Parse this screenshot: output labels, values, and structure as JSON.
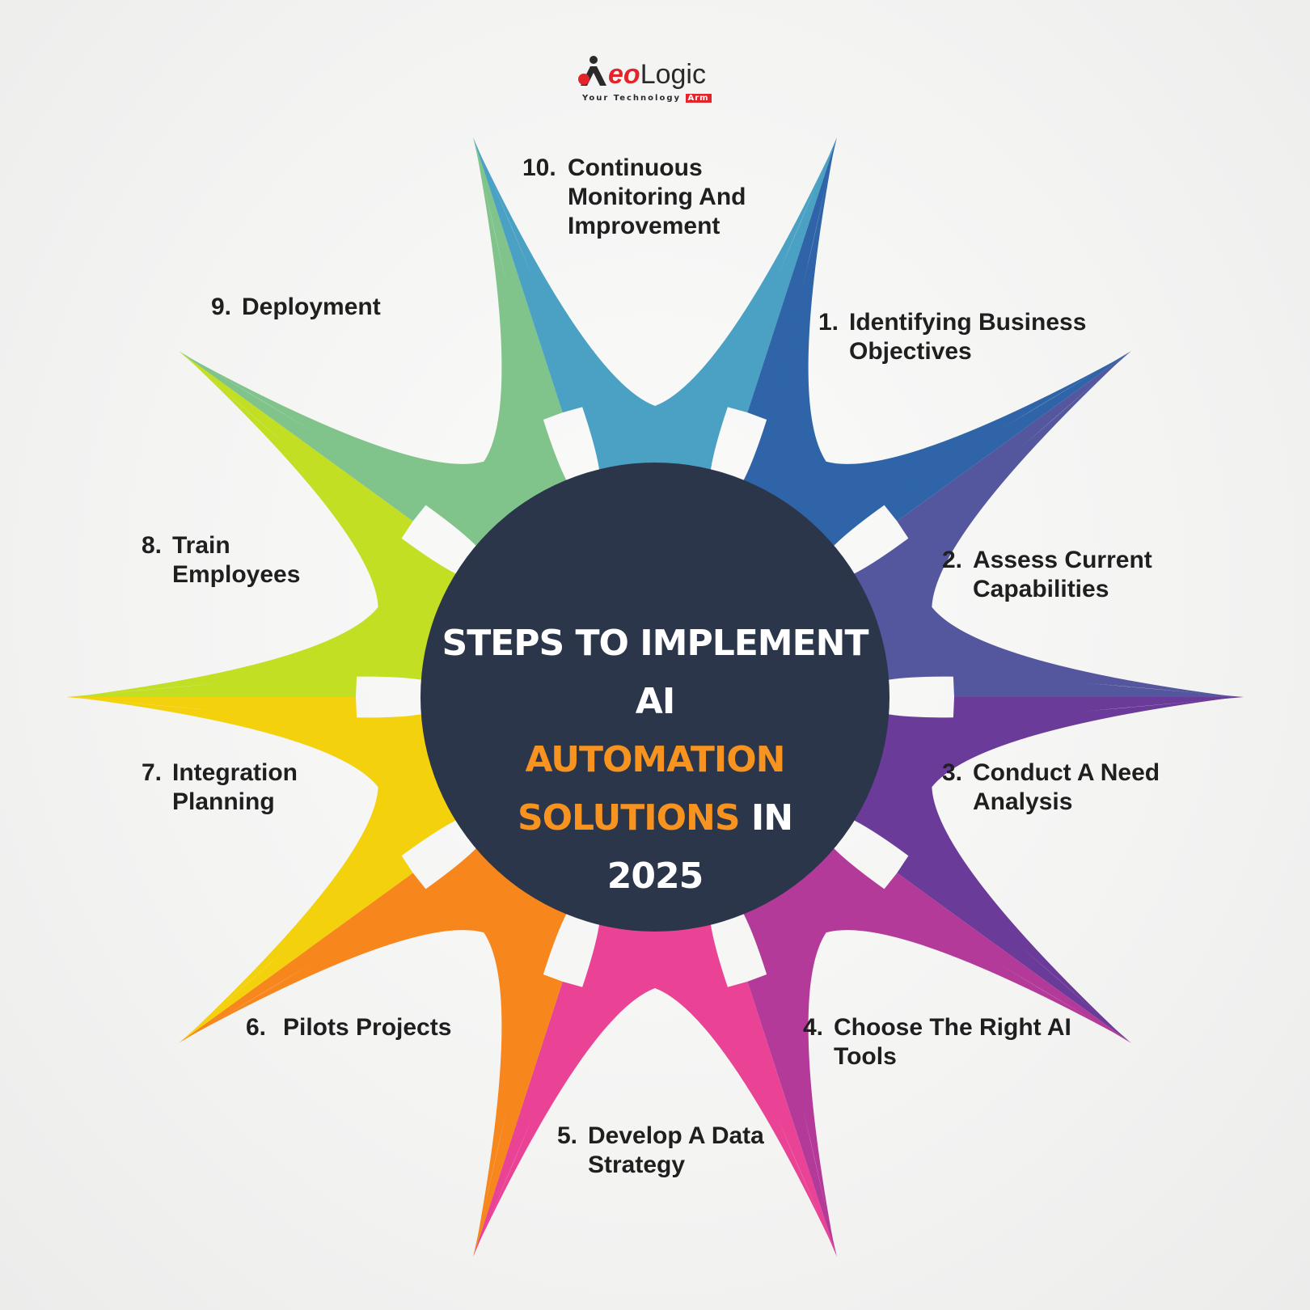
{
  "logo": {
    "brand_prefix": "eo",
    "brand_suffix": "Logic",
    "tagline": "Your Technology",
    "tagline_badge": "Arm",
    "colors": {
      "accent": "#e3242b",
      "text": "#2a2a2a"
    }
  },
  "center": {
    "line1": "Steps to Implement AI",
    "line2_highlight": "Automation Solutions",
    "line2_rest": "in",
    "line3": "2025",
    "colors": {
      "circle": "#2b364a",
      "text": "#ffffff",
      "highlight": "#f7931e"
    }
  },
  "steps": [
    {
      "number": "1.",
      "label": "Identifying Business Objectives",
      "color": "#2f64a8"
    },
    {
      "number": "2.",
      "label": "Assess Current Capabilities",
      "color": "#55579e"
    },
    {
      "number": "3.",
      "label": "Conduct A Need Analysis",
      "color": "#6a3b98"
    },
    {
      "number": "4.",
      "label": "Choose The Right AI Tools",
      "color": "#b33a98"
    },
    {
      "number": "5.",
      "label": "Develop A Data Strategy",
      "color": "#ea4396"
    },
    {
      "number": "6.",
      "label": "Pilots Projects",
      "color": "#f7861d"
    },
    {
      "number": "7.",
      "label": "Integration Planning",
      "color": "#f3d10d"
    },
    {
      "number": "8.",
      "label": "Train Employees",
      "color": "#c2df24"
    },
    {
      "number": "9.",
      "label": "Deployment",
      "color": "#80c48c"
    },
    {
      "number": "10.",
      "label": "Continuous Monitoring And Improvement",
      "color": "#4aa1c4"
    }
  ]
}
